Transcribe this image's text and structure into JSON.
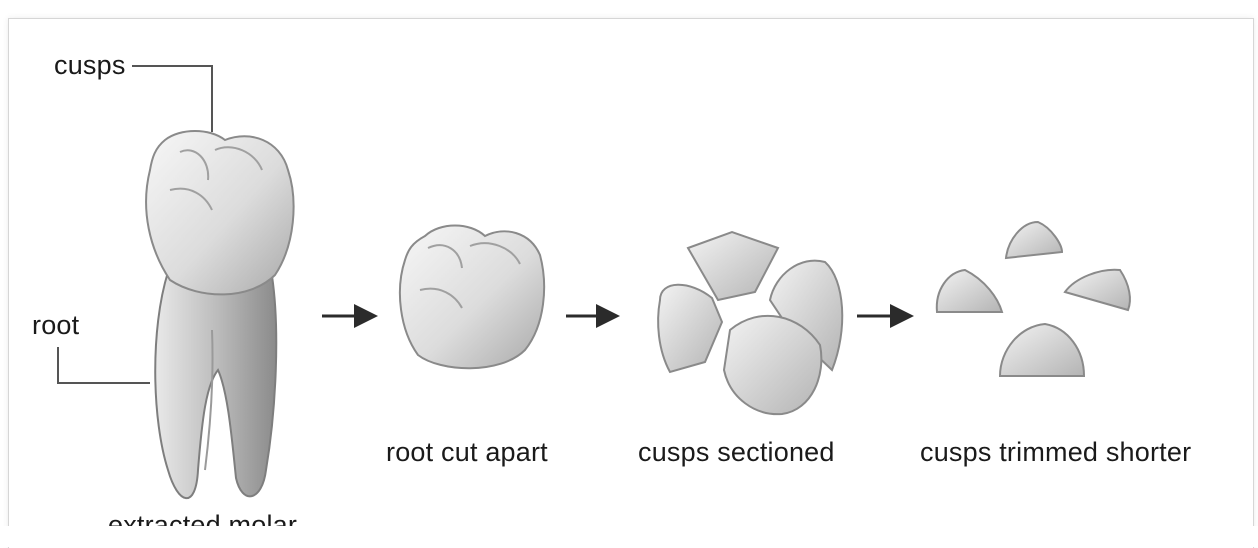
{
  "labels": {
    "cusps": "cusps",
    "root": "root",
    "extracted_molar": "extracted molar",
    "step1": "root cut apart",
    "step2": "cusps sectioned",
    "step3": "cusps trimmed shorter"
  },
  "colors": {
    "line": "#555555",
    "arrow": "#2b2b2b",
    "tooth_light": "#ededed",
    "tooth_mid": "#c8c8c8",
    "tooth_dark": "#8a8a8a"
  }
}
